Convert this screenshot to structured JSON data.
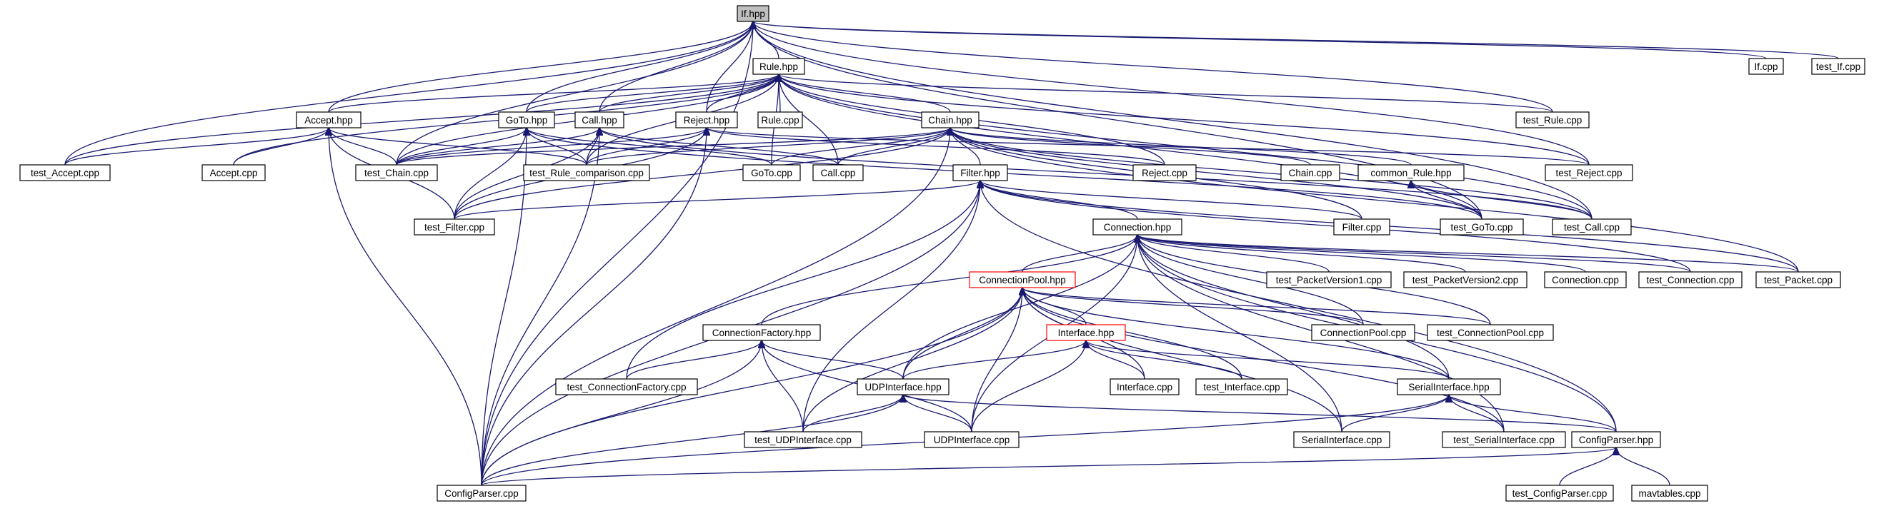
{
  "graph": {
    "colors": {
      "edge": "#191970",
      "root_fill": "#bfbfbf",
      "highlight_border": "#ff0000"
    },
    "nodes": [
      {
        "id": "if_hpp",
        "label": "If.hpp",
        "style": "root"
      },
      {
        "id": "rule_hpp",
        "label": "Rule.hpp"
      },
      {
        "id": "if_cpp",
        "label": "If.cpp"
      },
      {
        "id": "test_if_cpp",
        "label": "test_If.cpp"
      },
      {
        "id": "accept_hpp",
        "label": "Accept.hpp"
      },
      {
        "id": "goto_hpp",
        "label": "GoTo.hpp"
      },
      {
        "id": "call_hpp",
        "label": "Call.hpp"
      },
      {
        "id": "reject_hpp",
        "label": "Reject.hpp"
      },
      {
        "id": "rule_cpp",
        "label": "Rule.cpp"
      },
      {
        "id": "chain_hpp",
        "label": "Chain.hpp"
      },
      {
        "id": "test_rule_cpp",
        "label": "test_Rule.cpp"
      },
      {
        "id": "test_accept_cpp",
        "label": "test_Accept.cpp"
      },
      {
        "id": "accept_cpp",
        "label": "Accept.cpp"
      },
      {
        "id": "test_chain_cpp",
        "label": "test_Chain.cpp"
      },
      {
        "id": "test_rule_comparison_cpp",
        "label": "test_Rule_comparison.cpp"
      },
      {
        "id": "goto_cpp",
        "label": "GoTo.cpp"
      },
      {
        "id": "call_cpp",
        "label": "Call.cpp"
      },
      {
        "id": "reject_cpp",
        "label": "Reject.cpp"
      },
      {
        "id": "chain_cpp",
        "label": "Chain.cpp"
      },
      {
        "id": "common_rule_hpp",
        "label": "common_Rule.hpp"
      },
      {
        "id": "test_reject_cpp",
        "label": "test_Reject.cpp"
      },
      {
        "id": "filter_hpp",
        "label": "Filter.hpp"
      },
      {
        "id": "test_filter_cpp",
        "label": "test_Filter.cpp"
      },
      {
        "id": "filter_cpp",
        "label": "Filter.cpp"
      },
      {
        "id": "test_goto_cpp",
        "label": "test_GoTo.cpp"
      },
      {
        "id": "test_call_cpp",
        "label": "test_Call.cpp"
      },
      {
        "id": "connection_hpp",
        "label": "Connection.hpp"
      },
      {
        "id": "connectionpool_hpp",
        "label": "ConnectionPool.hpp",
        "style": "highlight"
      },
      {
        "id": "test_packetversion1_cpp",
        "label": "test_PacketVersion1.cpp"
      },
      {
        "id": "test_packetversion2_cpp",
        "label": "test_PacketVersion2.cpp"
      },
      {
        "id": "connection_cpp",
        "label": "Connection.cpp"
      },
      {
        "id": "test_connection_cpp",
        "label": "test_Connection.cpp"
      },
      {
        "id": "test_packet_cpp",
        "label": "test_Packet.cpp"
      },
      {
        "id": "connectionfactory_hpp",
        "label": "ConnectionFactory.hpp"
      },
      {
        "id": "interface_hpp",
        "label": "Interface.hpp",
        "style": "highlight"
      },
      {
        "id": "connectionpool_cpp",
        "label": "ConnectionPool.cpp"
      },
      {
        "id": "test_connectionpool_cpp",
        "label": "test_ConnectionPool.cpp"
      },
      {
        "id": "test_connectionfactory_cpp",
        "label": "test_ConnectionFactory.cpp"
      },
      {
        "id": "udpinterface_hpp",
        "label": "UDPInterface.hpp"
      },
      {
        "id": "interface_cpp",
        "label": "Interface.cpp"
      },
      {
        "id": "test_interface_cpp",
        "label": "test_Interface.cpp"
      },
      {
        "id": "serialinterface_hpp",
        "label": "SerialInterface.hpp"
      },
      {
        "id": "test_udpinterface_cpp",
        "label": "test_UDPInterface.cpp"
      },
      {
        "id": "udpinterface_cpp",
        "label": "UDPInterface.cpp"
      },
      {
        "id": "serialinterface_cpp",
        "label": "SerialInterface.cpp"
      },
      {
        "id": "test_serialinterface_cpp",
        "label": "test_SerialInterface.cpp"
      },
      {
        "id": "configparser_hpp",
        "label": "ConfigParser.hpp"
      },
      {
        "id": "configparser_cpp",
        "label": "ConfigParser.cpp"
      },
      {
        "id": "test_configparser_cpp",
        "label": "test_ConfigParser.cpp"
      },
      {
        "id": "mavtables_cpp",
        "label": "mavtables.cpp"
      }
    ],
    "edges": [
      [
        "rule_hpp",
        "if_hpp"
      ],
      [
        "if_cpp",
        "if_hpp"
      ],
      [
        "test_if_cpp",
        "if_hpp"
      ],
      [
        "accept_hpp",
        "if_hpp"
      ],
      [
        "goto_hpp",
        "if_hpp"
      ],
      [
        "call_hpp",
        "if_hpp"
      ],
      [
        "reject_hpp",
        "if_hpp"
      ],
      [
        "test_rule_cpp",
        "if_hpp"
      ],
      [
        "test_accept_cpp",
        "if_hpp"
      ],
      [
        "test_chain_cpp",
        "if_hpp"
      ],
      [
        "test_reject_cpp",
        "if_hpp"
      ],
      [
        "test_goto_cpp",
        "if_hpp"
      ],
      [
        "test_call_cpp",
        "if_hpp"
      ],
      [
        "configparser_cpp",
        "if_hpp"
      ],
      [
        "accept_hpp",
        "rule_hpp"
      ],
      [
        "goto_hpp",
        "rule_hpp"
      ],
      [
        "call_hpp",
        "rule_hpp"
      ],
      [
        "reject_hpp",
        "rule_hpp"
      ],
      [
        "rule_cpp",
        "rule_hpp"
      ],
      [
        "chain_hpp",
        "rule_hpp"
      ],
      [
        "test_rule_cpp",
        "rule_hpp"
      ],
      [
        "test_accept_cpp",
        "rule_hpp"
      ],
      [
        "accept_cpp",
        "rule_hpp"
      ],
      [
        "test_chain_cpp",
        "rule_hpp"
      ],
      [
        "test_rule_comparison_cpp",
        "rule_hpp"
      ],
      [
        "goto_cpp",
        "rule_hpp"
      ],
      [
        "call_cpp",
        "rule_hpp"
      ],
      [
        "reject_cpp",
        "rule_hpp"
      ],
      [
        "test_reject_cpp",
        "rule_hpp"
      ],
      [
        "test_goto_cpp",
        "rule_hpp"
      ],
      [
        "test_call_cpp",
        "rule_hpp"
      ],
      [
        "test_accept_cpp",
        "accept_hpp"
      ],
      [
        "accept_cpp",
        "accept_hpp"
      ],
      [
        "test_chain_cpp",
        "accept_hpp"
      ],
      [
        "test_rule_comparison_cpp",
        "accept_hpp"
      ],
      [
        "test_filter_cpp",
        "accept_hpp"
      ],
      [
        "configparser_cpp",
        "accept_hpp"
      ],
      [
        "test_chain_cpp",
        "goto_hpp"
      ],
      [
        "test_rule_comparison_cpp",
        "goto_hpp"
      ],
      [
        "goto_cpp",
        "goto_hpp"
      ],
      [
        "test_filter_cpp",
        "goto_hpp"
      ],
      [
        "configparser_cpp",
        "goto_hpp"
      ],
      [
        "test_goto_cpp",
        "goto_hpp"
      ],
      [
        "test_chain_cpp",
        "call_hpp"
      ],
      [
        "test_rule_comparison_cpp",
        "call_hpp"
      ],
      [
        "call_cpp",
        "call_hpp"
      ],
      [
        "test_filter_cpp",
        "call_hpp"
      ],
      [
        "configparser_cpp",
        "call_hpp"
      ],
      [
        "test_call_cpp",
        "call_hpp"
      ],
      [
        "test_chain_cpp",
        "reject_hpp"
      ],
      [
        "test_rule_comparison_cpp",
        "reject_hpp"
      ],
      [
        "reject_cpp",
        "reject_hpp"
      ],
      [
        "test_filter_cpp",
        "reject_hpp"
      ],
      [
        "configparser_cpp",
        "reject_hpp"
      ],
      [
        "test_reject_cpp",
        "reject_hpp"
      ],
      [
        "test_chain_cpp",
        "chain_hpp"
      ],
      [
        "goto_cpp",
        "chain_hpp"
      ],
      [
        "call_cpp",
        "chain_hpp"
      ],
      [
        "chain_cpp",
        "chain_hpp"
      ],
      [
        "common_rule_hpp",
        "chain_hpp"
      ],
      [
        "filter_hpp",
        "chain_hpp"
      ],
      [
        "test_filter_cpp",
        "chain_hpp"
      ],
      [
        "filter_cpp",
        "chain_hpp"
      ],
      [
        "test_goto_cpp",
        "chain_hpp"
      ],
      [
        "test_call_cpp",
        "chain_hpp"
      ],
      [
        "configparser_cpp",
        "chain_hpp"
      ],
      [
        "test_rule_comparison_cpp",
        "chain_hpp"
      ],
      [
        "test_packet_cpp",
        "chain_hpp"
      ],
      [
        "test_goto_cpp",
        "common_rule_hpp"
      ],
      [
        "test_call_cpp",
        "common_rule_hpp"
      ],
      [
        "test_filter_cpp",
        "filter_hpp"
      ],
      [
        "filter_cpp",
        "filter_hpp"
      ],
      [
        "connection_hpp",
        "filter_hpp"
      ],
      [
        "configparser_cpp",
        "filter_hpp"
      ],
      [
        "test_connectionfactory_cpp",
        "filter_hpp"
      ],
      [
        "test_udpinterface_cpp",
        "filter_hpp"
      ],
      [
        "test_connection_cpp",
        "filter_hpp"
      ],
      [
        "test_packet_cpp",
        "filter_hpp"
      ],
      [
        "configparser_hpp",
        "filter_hpp"
      ],
      [
        "connectionpool_hpp",
        "connection_hpp"
      ],
      [
        "connectionfactory_hpp",
        "connection_hpp"
      ],
      [
        "test_packetversion1_cpp",
        "connection_hpp"
      ],
      [
        "test_packetversion2_cpp",
        "connection_hpp"
      ],
      [
        "connection_cpp",
        "connection_hpp"
      ],
      [
        "test_connection_cpp",
        "connection_hpp"
      ],
      [
        "test_packet_cpp",
        "connection_hpp"
      ],
      [
        "connectionpool_cpp",
        "connection_hpp"
      ],
      [
        "test_connectionpool_cpp",
        "connection_hpp"
      ],
      [
        "udpinterface_hpp",
        "connection_hpp"
      ],
      [
        "serialinterface_hpp",
        "connection_hpp"
      ],
      [
        "udpinterface_cpp",
        "connection_hpp"
      ],
      [
        "configparser_hpp",
        "connection_hpp"
      ],
      [
        "serialinterface_cpp",
        "connection_hpp"
      ],
      [
        "test_serialinterface_cpp",
        "connection_hpp"
      ],
      [
        "interface_hpp",
        "connectionpool_hpp"
      ],
      [
        "connectionpool_cpp",
        "connectionpool_hpp"
      ],
      [
        "test_connectionpool_cpp",
        "connectionpool_hpp"
      ],
      [
        "udpinterface_hpp",
        "connectionpool_hpp"
      ],
      [
        "test_udpinterface_cpp",
        "connectionpool_hpp"
      ],
      [
        "udpinterface_cpp",
        "connectionpool_hpp"
      ],
      [
        "interface_cpp",
        "connectionpool_hpp"
      ],
      [
        "test_interface_cpp",
        "connectionpool_hpp"
      ],
      [
        "serialinterface_hpp",
        "connectionpool_hpp"
      ],
      [
        "serialinterface_cpp",
        "connectionpool_hpp"
      ],
      [
        "test_serialinterface_cpp",
        "connectionpool_hpp"
      ],
      [
        "configparser_cpp",
        "connectionpool_hpp"
      ],
      [
        "udpinterface_hpp",
        "interface_hpp"
      ],
      [
        "interface_cpp",
        "interface_hpp"
      ],
      [
        "test_interface_cpp",
        "interface_hpp"
      ],
      [
        "serialinterface_hpp",
        "interface_hpp"
      ],
      [
        "udpinterface_cpp",
        "interface_hpp"
      ],
      [
        "test_connectionfactory_cpp",
        "connectionfactory_hpp"
      ],
      [
        "udpinterface_hpp",
        "connectionfactory_hpp"
      ],
      [
        "test_udpinterface_cpp",
        "connectionfactory_hpp"
      ],
      [
        "udpinterface_cpp",
        "connectionfactory_hpp"
      ],
      [
        "configparser_cpp",
        "connectionfactory_hpp"
      ],
      [
        "test_udpinterface_cpp",
        "udpinterface_hpp"
      ],
      [
        "udpinterface_cpp",
        "udpinterface_hpp"
      ],
      [
        "configparser_cpp",
        "udpinterface_hpp"
      ],
      [
        "configparser_hpp",
        "udpinterface_hpp"
      ],
      [
        "serialinterface_cpp",
        "serialinterface_hpp"
      ],
      [
        "test_serialinterface_cpp",
        "serialinterface_hpp"
      ],
      [
        "configparser_cpp",
        "serialinterface_hpp"
      ],
      [
        "configparser_hpp",
        "serialinterface_hpp"
      ],
      [
        "configparser_cpp",
        "configparser_hpp"
      ],
      [
        "test_configparser_cpp",
        "configparser_hpp"
      ],
      [
        "mavtables_cpp",
        "configparser_hpp"
      ]
    ]
  }
}
